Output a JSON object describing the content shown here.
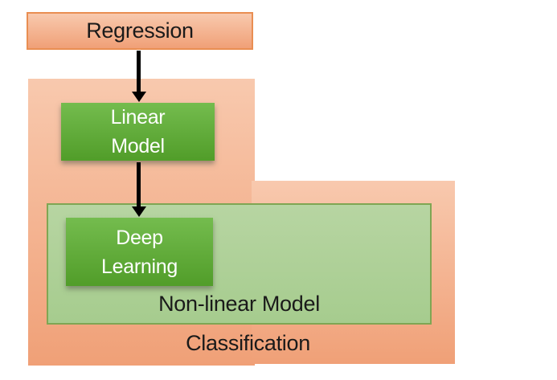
{
  "diagram": {
    "nodes": {
      "regression": {
        "label": "Regression"
      },
      "linear_model": {
        "lines": [
          "Linear",
          "Model"
        ]
      },
      "deep_learning": {
        "lines": [
          "Deep",
          "Learning"
        ]
      },
      "nonlinear_model_region": {
        "label": "Non-linear Model"
      },
      "classification_region": {
        "label": "Classification"
      }
    },
    "edges": [
      {
        "from": "Regression",
        "to": "Linear Model"
      },
      {
        "from": "Linear Model",
        "to": "Deep Learning"
      }
    ]
  },
  "colors": {
    "orange_border": "#e98e52",
    "orange_fill_top": "#f8c9ae",
    "orange_fill_bottom": "#f0a077",
    "green_box_fill_top": "#74bc4e",
    "green_box_fill_bottom": "#519d29",
    "green_region_border": "#7fa653",
    "green_region_fill_top": "#b7d5a2",
    "green_region_fill_bottom": "#a6cc8e",
    "arrow": "#000000",
    "label_text": "#1a1a1a",
    "box_text": "#ffffff"
  }
}
